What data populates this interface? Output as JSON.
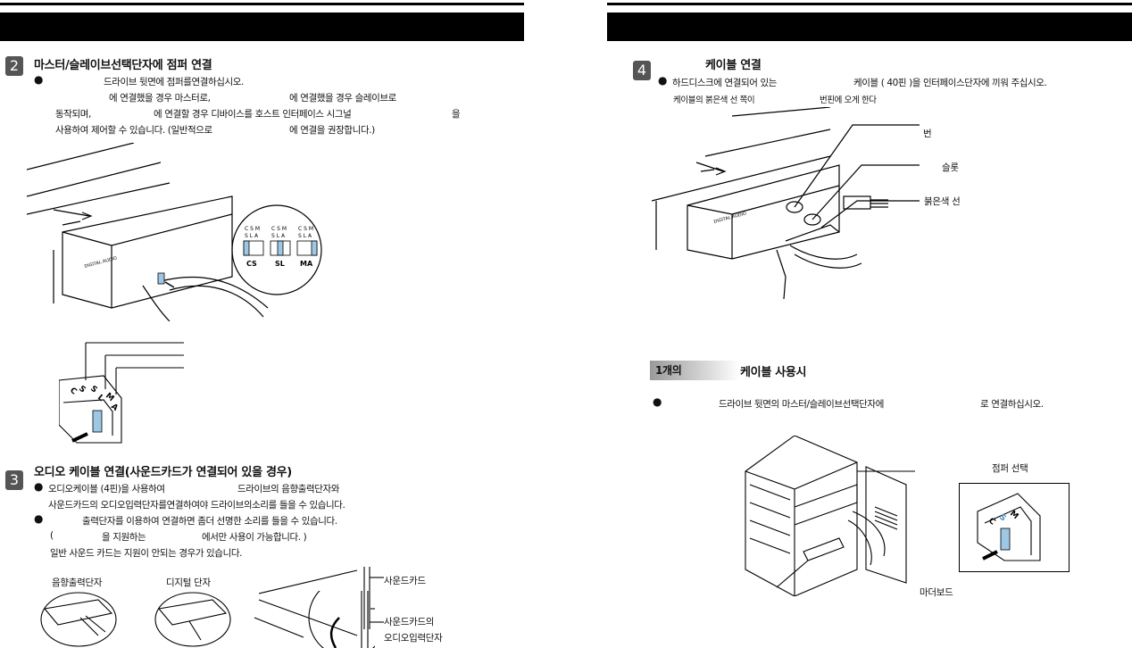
{
  "left": {
    "s2": {
      "num": "2",
      "heading": "마스터/슬레이브선택단자에 점퍼 연결",
      "bullet": "●",
      "lines": [
        "드라이브 뒷면에 점퍼를연결하십시오.",
        "에 연결했을 경우 마스터로,",
        "에 연결했을 경우 슬레이브로",
        "동작되며,",
        "에 연결할 경우 디바이스를 호스트 인터페이스 시그널",
        "을",
        "사용하여 제어할 수 있습니다. (일반적으로",
        "에 연결을 권장합니다.)"
      ],
      "jumper_labels": {
        "top": [
          "C S M",
          "C S M",
          "C S M"
        ],
        "mid": [
          "S L A",
          "S L A",
          "S L A"
        ],
        "bottom": [
          "CS",
          "SL",
          "MA"
        ]
      },
      "drive_print": "DIGITAL AUDIO",
      "zoom_letters": [
        "C",
        "S",
        "S",
        "L",
        "M",
        "A"
      ]
    },
    "s3": {
      "num": "3",
      "heading": "오디오 케이블 연결(사운드카드가 연결되어 있을 경우)",
      "bullet": "●",
      "lines": [
        "오디오케이블 (4핀)을 사용하여",
        "드라이브의 음향출력단자와",
        "사운드카드의 오디오입력단자를연결하여야 드라이브의소리를 들을 수 있습니다.",
        "출력단자를 이용하여 연결하면 좀더 선명한 소리를 들을 수 있습니다.",
        "(",
        "을 지원하는",
        "에서만 사용이 가능합니다. )",
        "일반 사운드 카드는 지원이 안되는 경우가 있습니다."
      ],
      "labels": {
        "audio_out": "음향출력단자",
        "digital": "디지털 단자",
        "soundcard": "사운드카드",
        "audio_in_1": "사운드카드의",
        "audio_in_2": "오디오입력단자"
      }
    }
  },
  "right": {
    "s4": {
      "num": "4",
      "heading": "케이블 연결",
      "bullet": "●",
      "line1a": "하드디스크에 연결되어 있는",
      "line1b": "케이블 ( 40핀 )을  인터페이스단자에 끼워 주십시오.",
      "line2": "케이블의 붉은색 선 쪽이",
      "line2b": "번핀에 오게 한다",
      "labels": {
        "pin": "번",
        "slot": "슬롯",
        "red": "붉은색 선"
      }
    },
    "s5": {
      "tag": "1개의",
      "heading": "케이블 사용시",
      "bullet": "●",
      "line1": "드라이브 뒷면의 마스터/슬레이브선택단자에",
      "line1b": "로 연결하십시오.",
      "jumper_title": "점퍼 선택",
      "motherboard": "마더보드"
    }
  },
  "colors": {
    "bar": "#000000",
    "stepnum": "#555555",
    "jumper": "#9ec7e6"
  }
}
